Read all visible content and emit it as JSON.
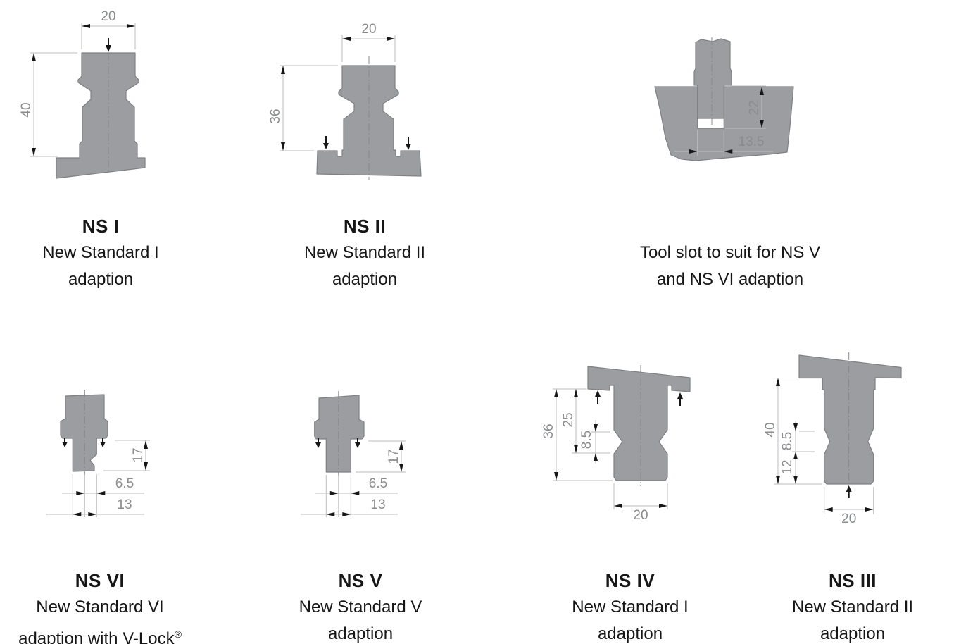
{
  "colors": {
    "background": "#ffffff",
    "profile_fill": "#9b9da0",
    "profile_stroke": "#7e8083",
    "dimension_line": "#bcbec0",
    "dimension_text": "#8a8c8e",
    "arrow": "#161616",
    "caption_text": "#161616"
  },
  "figures": {
    "ns1": {
      "title": "NS I",
      "line2": "New Standard I",
      "line3": "adaption",
      "dim_width": "20",
      "dim_height": "40"
    },
    "ns2": {
      "title": "NS II",
      "line2": "New Standard II",
      "line3": "adaption",
      "dim_width": "20",
      "dim_height": "36"
    },
    "toolslot": {
      "line2": "Tool slot to suit for NS V",
      "line3": "and NS VI adaption",
      "dim_depth": "22",
      "dim_width": "13.5"
    },
    "ns6": {
      "title": "NS VI",
      "line2": "New Standard VI",
      "line3": "adaption with V-Lock",
      "line3_sup": "®",
      "dim_height": "17",
      "dim_half_width": "6.5",
      "dim_width": "13"
    },
    "ns5": {
      "title": "NS V",
      "line2": "New Standard V",
      "line3": "adaption",
      "dim_height": "17",
      "dim_half_width": "6.5",
      "dim_width": "13"
    },
    "ns4": {
      "title": "NS IV",
      "line2": "New Standard I",
      "line3": "adaption",
      "dim_total_height": "36",
      "dim_upper_height": "25",
      "dim_neck": "8.5",
      "dim_width": "20"
    },
    "ns3": {
      "title": "NS III",
      "line2": "New Standard II",
      "line3": "adaption",
      "dim_total_height": "40",
      "dim_neck": "8.5",
      "dim_lower": "12",
      "dim_width": "20"
    }
  }
}
